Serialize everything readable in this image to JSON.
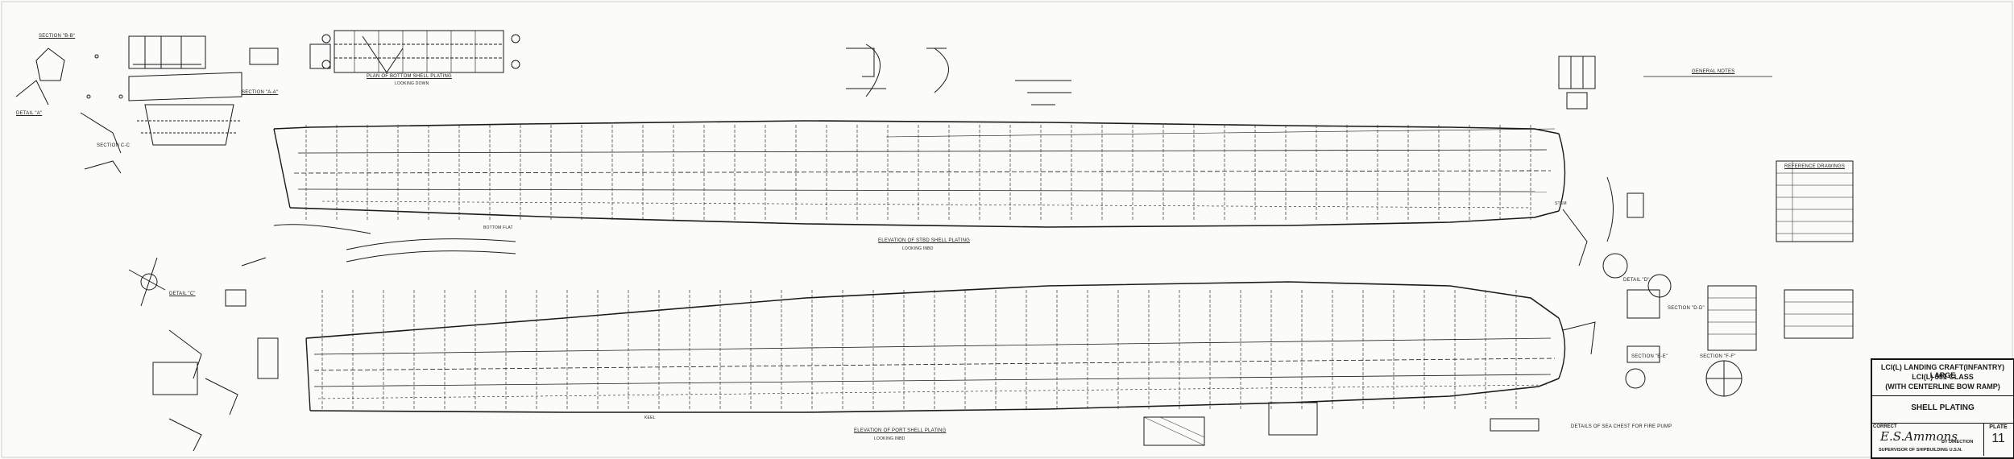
{
  "title_block": {
    "line1": "LCI(L) LANDING CRAFT(INFANTRY) LARGE",
    "line2": "LCI(L) 351 CLASS",
    "line3": "(WITH CENTERLINE BOW RAMP)",
    "line4": "SHELL PLATING",
    "correct_label": "CORRECT",
    "direction_text": "BY DIRECTION",
    "supervisor_text": "SUPERVISOR OF SHIPBUILDING U.S.N.",
    "plate_label": "PLATE",
    "plate_number": "11"
  },
  "labels": {
    "plan_bottom": "PLAN OF BOTTOM SHELL PLATING",
    "looking_down": "LOOKING DOWN",
    "section_bb": "SECTION \"B-B\"",
    "section_aa": "SECTION \"A-A\"",
    "section_cc": "SECTION C-C",
    "detail_a": "DETAIL \"A\"",
    "detail_c": "DETAIL \"C\"",
    "elev_stbd": "ELEVATION OF STBD SHELL PLATING",
    "looking_inbd": "LOOKING INBD",
    "elev_port": "ELEVATION OF PORT SHELL PLATING",
    "looking_outbd": "LOOKING INBD",
    "details_sea": "DETAILS OF SEA CHEST FOR FIRE PUMP",
    "bottom_flat": "BOTTOM FLAT",
    "stem": "STEM",
    "keel": "KEEL",
    "detail_d": "DETAIL \"D\"",
    "section_dd": "SECTION \"D-D\"",
    "section_ee": "SECTION \"E-E\"",
    "section_ff": "SECTION \"F-F\""
  },
  "notes_header": "GENERAL NOTES",
  "table_header": "REFERENCE DRAWINGS"
}
